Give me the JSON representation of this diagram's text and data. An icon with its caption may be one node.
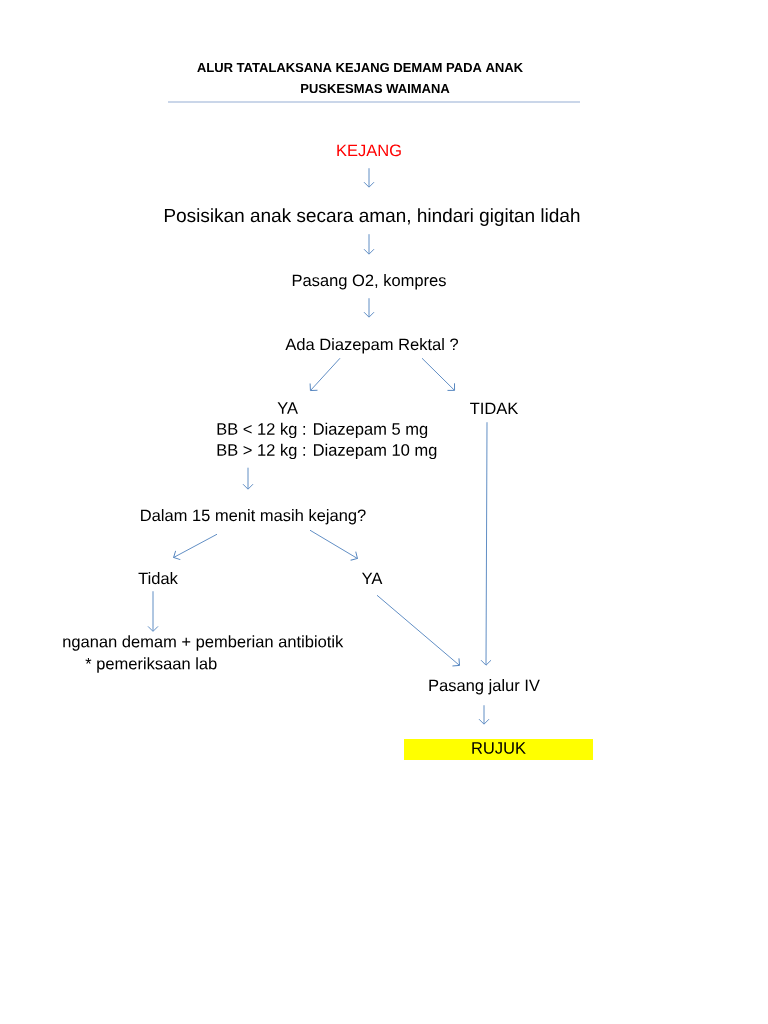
{
  "diagram": {
    "title": "ALUR TATALAKSANA KEJANG DEMAM PADA ANAK",
    "nodes": [
      {
        "text": [
          "KEJANG"
        ]
      },
      {
        "text": [
          "Posisikan anak secara aman, hindari gigitan lidah"
        ]
      },
      {
        "text": [
          "Pasang O2, kompres"
        ]
      },
      {
        "text": [
          "Ada Diazepam Rektal ?"
        ]
      },
      {
        "text": [
          "YA",
          "BB < 12 kg : Diazepam 5 mg",
          "BB > 12 kg : Diazepam 10 mg"
        ]
      },
      {
        "text": [
          "TIDAK"
        ]
      },
      {
        "text": [
          "Dalam 15 menit masih kejang?"
        ]
      },
      {
        "text": [
          "Tidak"
        ]
      },
      {
        "text": [
          "YA"
        ]
      },
      {
        "text": [
          "nganan demam + pemberian antibiotik",
          "* pemeriksaan lab"
        ]
      },
      {
        "text": [
          "Pasang jalur IV"
        ]
      },
      {
        "text": [
          "RUJUK"
        ]
      }
    ],
    "edges": [
      {
        "from": 0,
        "to": 1,
        "arrow": "to"
      },
      {
        "from": 1,
        "to": 2,
        "arrow": "to"
      },
      {
        "from": 2,
        "to": 3,
        "arrow": "to"
      },
      {
        "from": 3,
        "to": 4,
        "arrow": "to"
      },
      {
        "from": 3,
        "to": 5,
        "arrow": "to"
      },
      {
        "from": 4,
        "to": 6,
        "arrow": "to"
      },
      {
        "from": 6,
        "to": 7,
        "arrow": "to"
      },
      {
        "from": 6,
        "to": 8,
        "arrow": "to"
      },
      {
        "from": 7,
        "to": 9,
        "arrow": "to"
      },
      {
        "from": 8,
        "to": 10,
        "arrow": "to"
      },
      {
        "from": 5,
        "to": 10,
        "arrow": "to"
      },
      {
        "from": 10,
        "to": 11,
        "arrow": "to"
      }
    ],
    "labels": [
      "PUSKESMAS WAIMANA"
    ]
  }
}
